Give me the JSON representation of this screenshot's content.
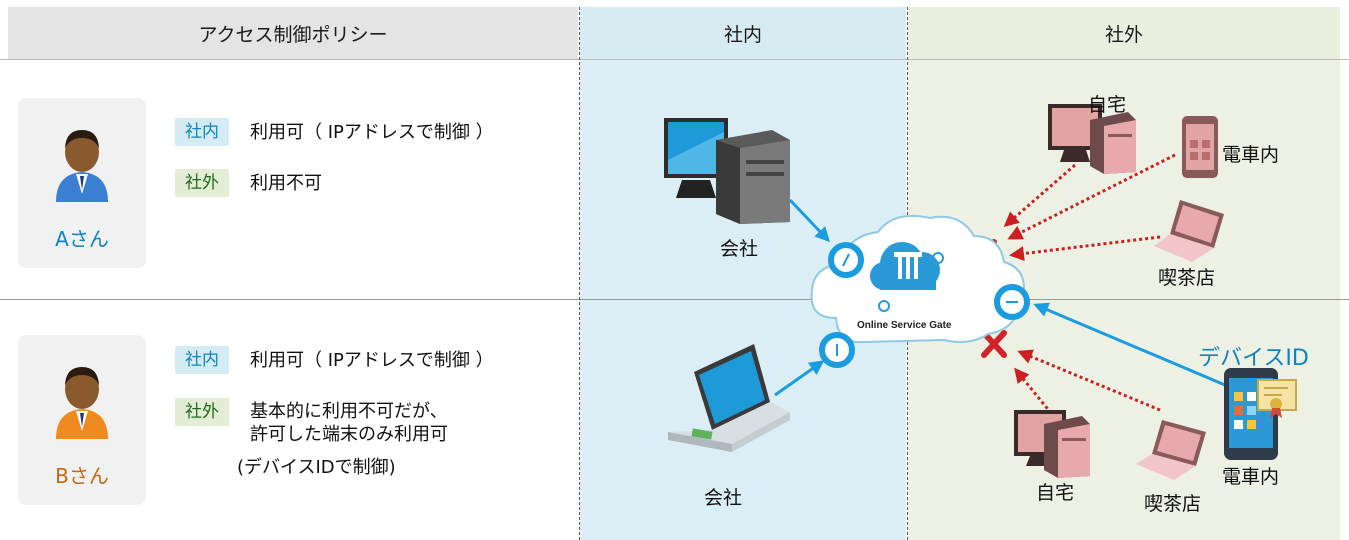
{
  "header": {
    "policy": "アクセス制御ポリシー",
    "internal": "社内",
    "external": "社外"
  },
  "users": [
    {
      "name": "Aさん",
      "name_color": "#0d83c4",
      "shirt_color": "#3b7fd2",
      "internal_tag": "社内",
      "internal_rule": "利用可（ IPアドレスで制御 ）",
      "external_tag": "社外",
      "external_rule_lines": [
        "利用不可"
      ]
    },
    {
      "name": "Bさん",
      "name_color": "#c06a14",
      "shirt_color": "#f08a1e",
      "internal_tag": "社内",
      "internal_rule": "利用可（ IPアドレスで制御 ）",
      "external_tag": "社外",
      "external_rule_lines": [
        "基本的に利用不可だが、",
        "許可した端末のみ利用可",
        "(デバイスIDで制御)"
      ]
    }
  ],
  "diagram": {
    "gateway": "Online Service Gate",
    "internal_a_device": "会社",
    "internal_b_device": "会社",
    "external_a_devices": [
      "自宅",
      "電車内",
      "喫茶店"
    ],
    "external_b_devices": [
      "自宅",
      "喫茶店",
      "電車内"
    ],
    "device_id_label": "デバイスID"
  },
  "colors": {
    "allowed_arrow": "#1b9be0",
    "blocked_arrow": "#cc1f1f",
    "blocked_mark": "#d2232a",
    "accent_blue": "#0d83c4",
    "accent_green": "#1c6b1c"
  },
  "icons": [
    "user-icon",
    "desktop-pc-icon",
    "laptop-icon",
    "cloud-icon",
    "smartphone-icon",
    "certificate-icon",
    "blocked-x-icon"
  ]
}
